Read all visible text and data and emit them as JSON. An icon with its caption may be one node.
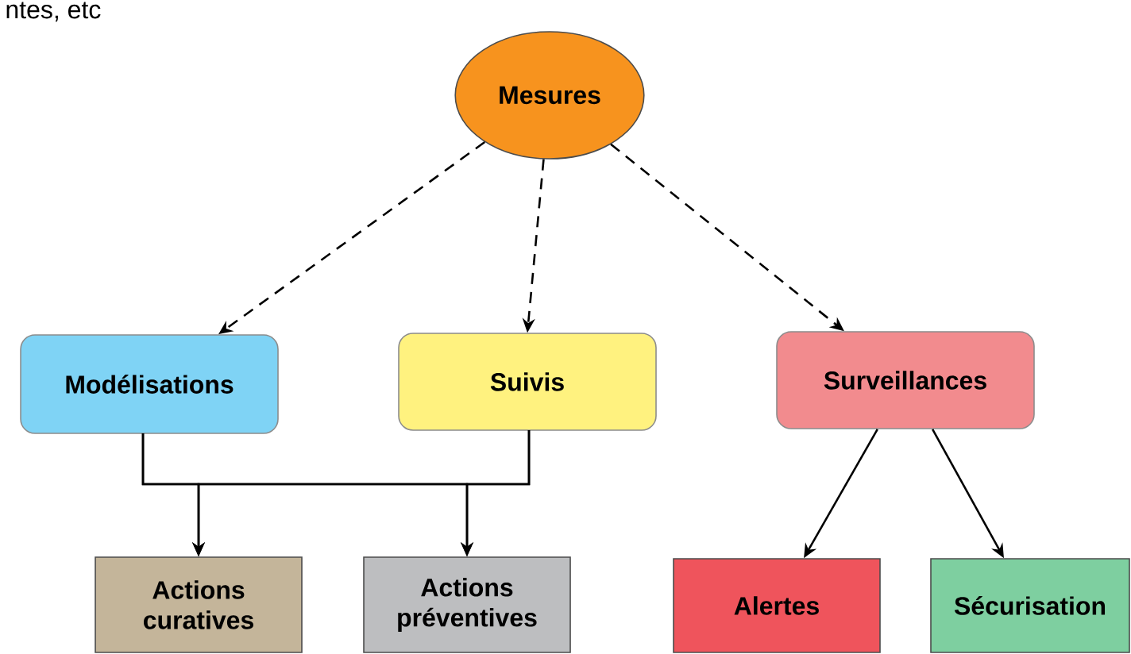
{
  "diagram": {
    "nodes": [
      {
        "text": [
          "Mesures"
        ]
      },
      {
        "text": [
          "Modélisations"
        ]
      },
      {
        "text": [
          "Suivis"
        ]
      },
      {
        "text": [
          "Surveillances"
        ]
      },
      {
        "text": [
          "Actions curatives"
        ]
      },
      {
        "text": [
          "Actions préventives"
        ]
      },
      {
        "text": [
          "Alertes"
        ]
      },
      {
        "text": [
          "Sécurisation"
        ]
      }
    ],
    "edges": [
      {
        "from": 0,
        "to": 1,
        "arrow": "to",
        "style": "dashed"
      },
      {
        "from": 0,
        "to": 2,
        "arrow": "to",
        "style": "dashed"
      },
      {
        "from": 0,
        "to": 3,
        "arrow": "to",
        "style": "dashed"
      },
      {
        "from": 1,
        "to": 4,
        "arrow": "to"
      },
      {
        "from": 1,
        "to": 5,
        "arrow": "to"
      },
      {
        "from": 2,
        "to": 4,
        "arrow": "to"
      },
      {
        "from": 2,
        "to": 5,
        "arrow": "to"
      },
      {
        "from": 3,
        "to": 6,
        "arrow": "to"
      },
      {
        "from": 3,
        "to": 7,
        "arrow": "to"
      }
    ],
    "labels": [
      "ntes, etc"
    ]
  }
}
